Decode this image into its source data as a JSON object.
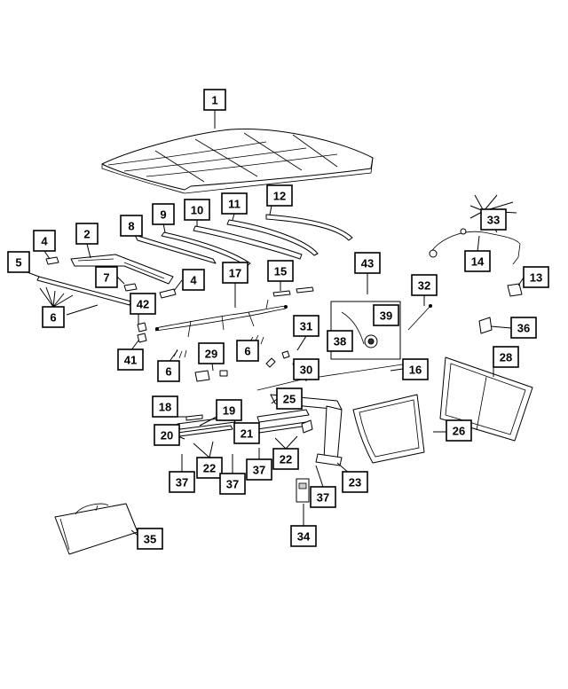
{
  "diagram": {
    "callouts": [
      {
        "id": "c1",
        "label": "1"
      },
      {
        "id": "c2",
        "label": "2"
      },
      {
        "id": "c4a",
        "label": "4"
      },
      {
        "id": "c5",
        "label": "5"
      },
      {
        "id": "c6a",
        "label": "6"
      },
      {
        "id": "c7",
        "label": "7"
      },
      {
        "id": "c8",
        "label": "8"
      },
      {
        "id": "c9",
        "label": "9"
      },
      {
        "id": "c10",
        "label": "10"
      },
      {
        "id": "c11",
        "label": "11"
      },
      {
        "id": "c12",
        "label": "12"
      },
      {
        "id": "c4b",
        "label": "4"
      },
      {
        "id": "c17",
        "label": "17"
      },
      {
        "id": "c15",
        "label": "15"
      },
      {
        "id": "c42",
        "label": "42"
      },
      {
        "id": "c43",
        "label": "43"
      },
      {
        "id": "c39",
        "label": "39"
      },
      {
        "id": "c38",
        "label": "38"
      },
      {
        "id": "c32",
        "label": "32"
      },
      {
        "id": "c33",
        "label": "33"
      },
      {
        "id": "c14",
        "label": "14"
      },
      {
        "id": "c13",
        "label": "13"
      },
      {
        "id": "c36",
        "label": "36"
      },
      {
        "id": "c41",
        "label": "41"
      },
      {
        "id": "c6b",
        "label": "6"
      },
      {
        "id": "c29",
        "label": "29"
      },
      {
        "id": "c6c",
        "label": "6"
      },
      {
        "id": "c31",
        "label": "31"
      },
      {
        "id": "c30",
        "label": "30"
      },
      {
        "id": "c16",
        "label": "16"
      },
      {
        "id": "c28",
        "label": "28"
      },
      {
        "id": "c25",
        "label": "25"
      },
      {
        "id": "c18",
        "label": "18"
      },
      {
        "id": "c19",
        "label": "19"
      },
      {
        "id": "c20",
        "label": "20"
      },
      {
        "id": "c21",
        "label": "21"
      },
      {
        "id": "c26",
        "label": "26"
      },
      {
        "id": "c22a",
        "label": "22"
      },
      {
        "id": "c22b",
        "label": "22"
      },
      {
        "id": "c37a",
        "label": "37"
      },
      {
        "id": "c37b",
        "label": "37"
      },
      {
        "id": "c37c",
        "label": "37"
      },
      {
        "id": "c37d",
        "label": "37"
      },
      {
        "id": "c23",
        "label": "23"
      },
      {
        "id": "c34",
        "label": "34"
      },
      {
        "id": "c35",
        "label": "35"
      }
    ]
  }
}
